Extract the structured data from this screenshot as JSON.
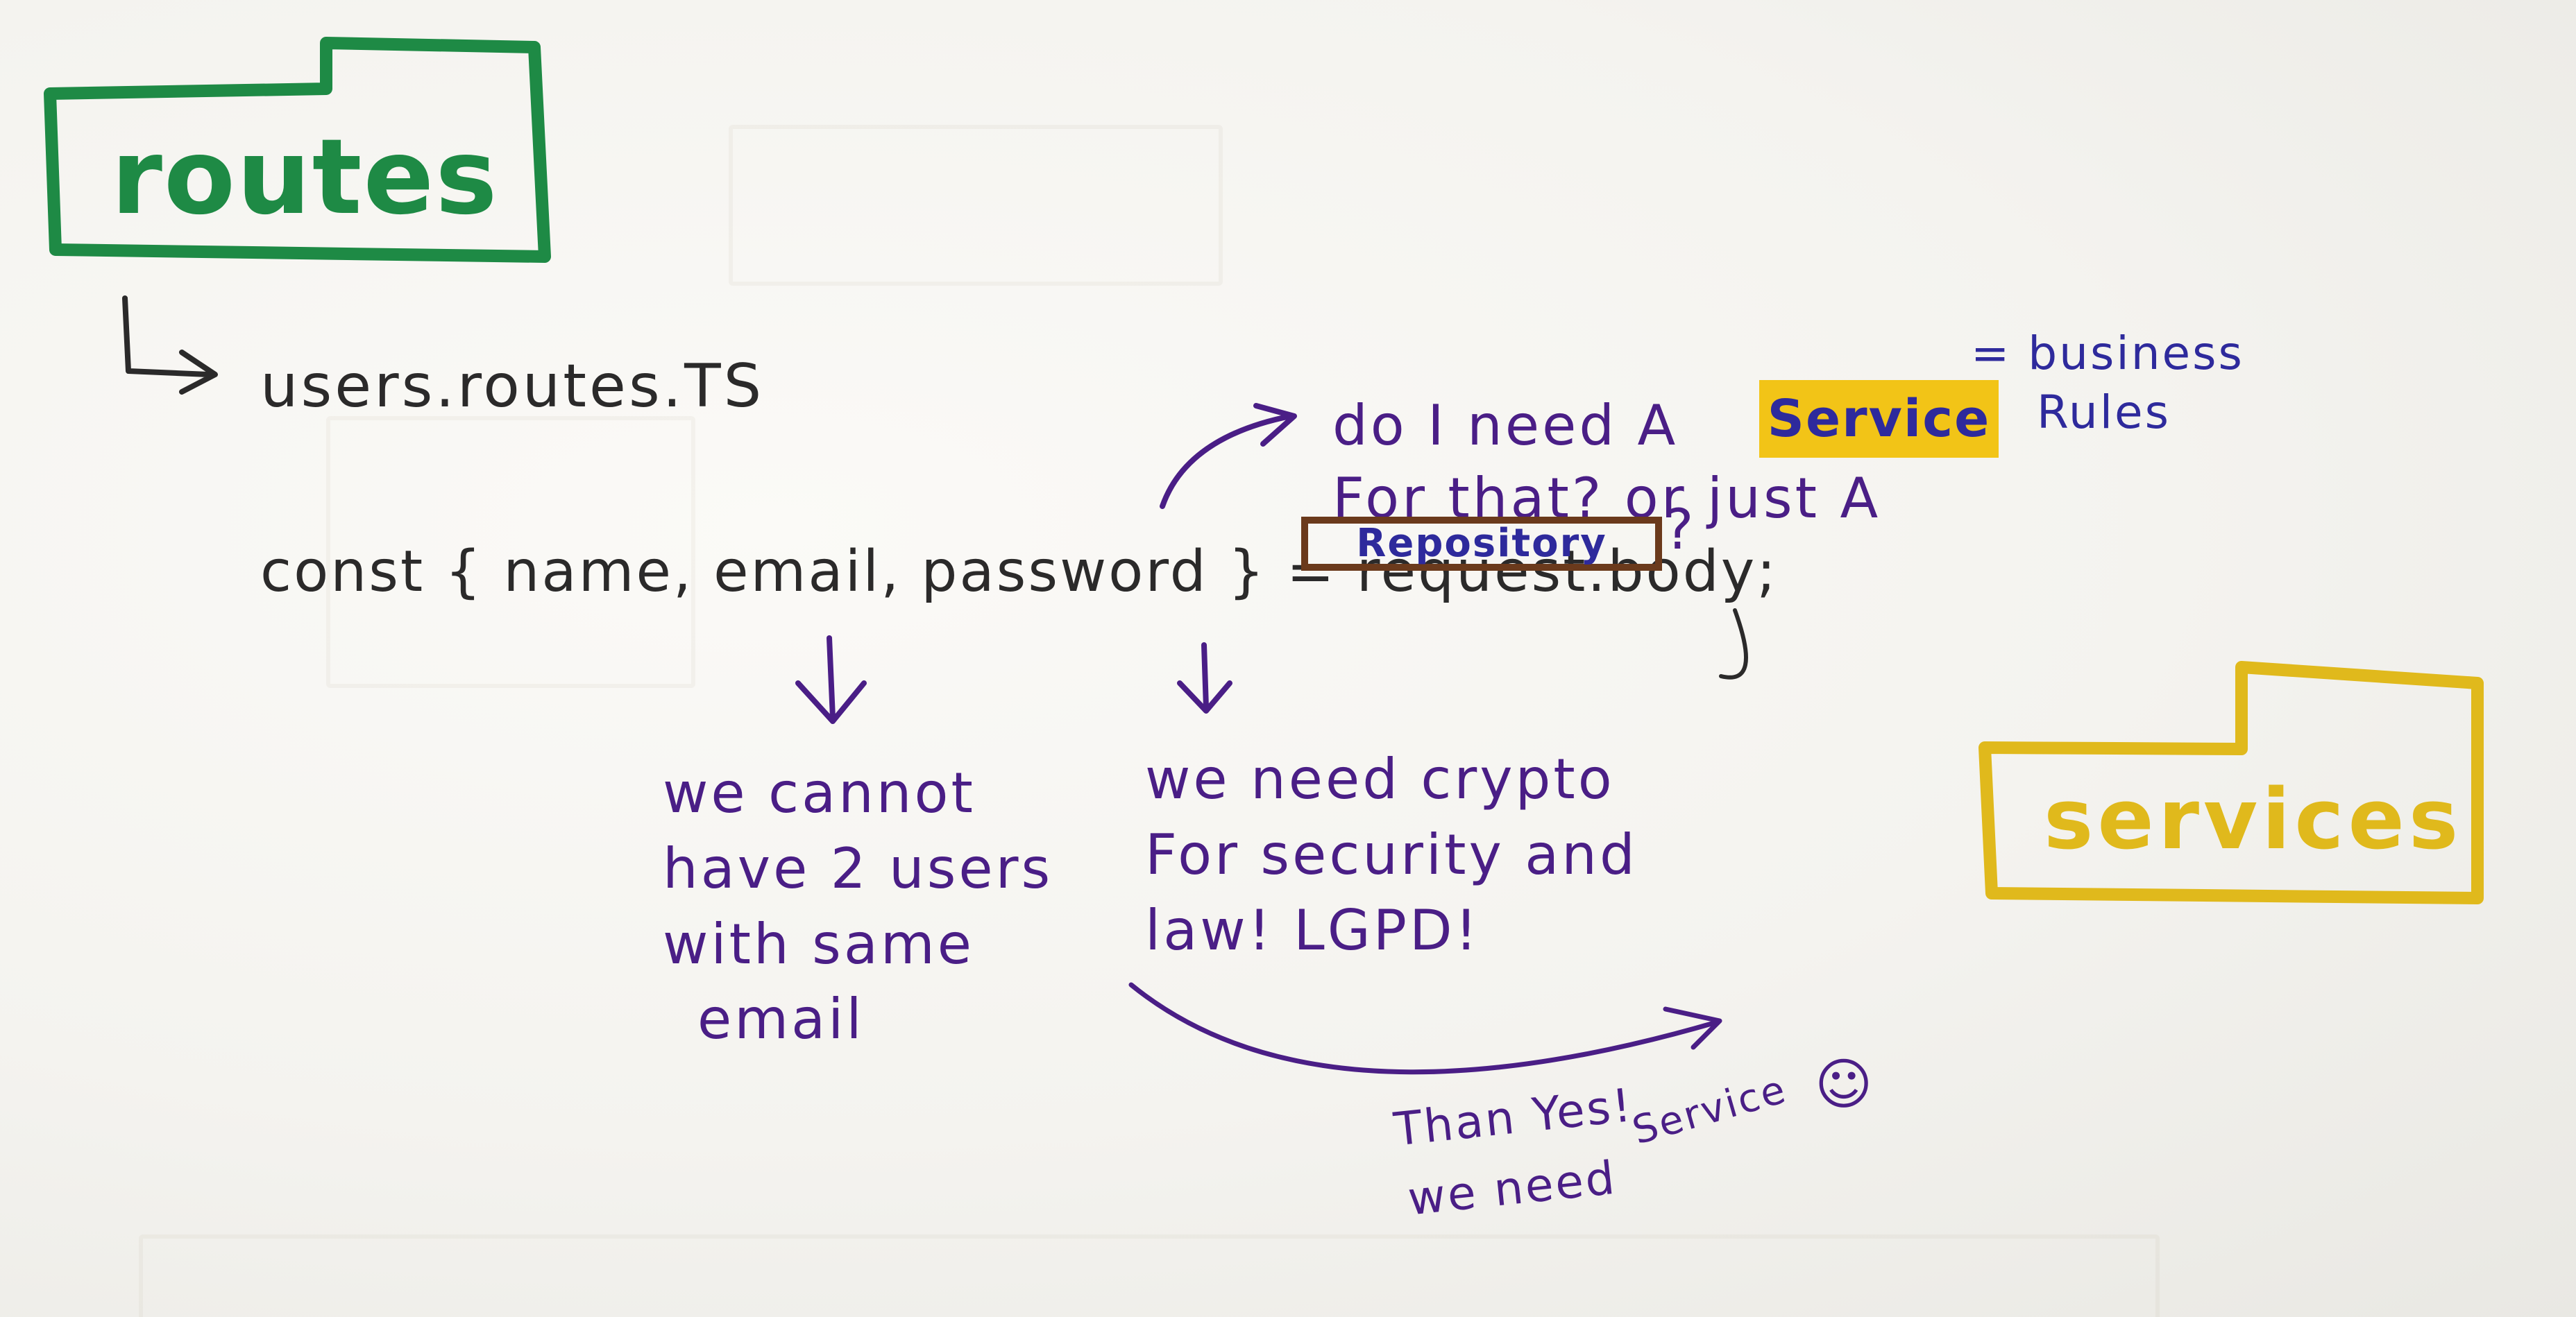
{
  "folders": {
    "routes_label": "routes",
    "services_label": "services"
  },
  "notes": {
    "file_name": "users.routes.TS",
    "code_line": "const { name, email, password } = request.body;",
    "question_line1_pre": "do I need A",
    "service_word": "Service",
    "question_line2": "For that? or just A",
    "repository_word": "Repository",
    "question_mark": "?",
    "business_rules_line1": "= business",
    "business_rules_line2": "Rules",
    "email_note": [
      "we cannot",
      "have 2 users",
      "with same",
      "email"
    ],
    "crypto_note": [
      "we need crypto",
      "For security and",
      "law! LGPD!"
    ],
    "conclusion_line1": "Than Yes!",
    "conclusion_line2": "we need",
    "conclusion_word": "Service",
    "smiley": "☺"
  },
  "colors": {
    "routes_green": "#1e8a45",
    "services_yellow": "#e0b91c",
    "service_highlight": "#f2c417",
    "repository_border": "#6b3a1c",
    "purple_ink": "#4a1e86",
    "black_ink": "#2b2a2a"
  }
}
